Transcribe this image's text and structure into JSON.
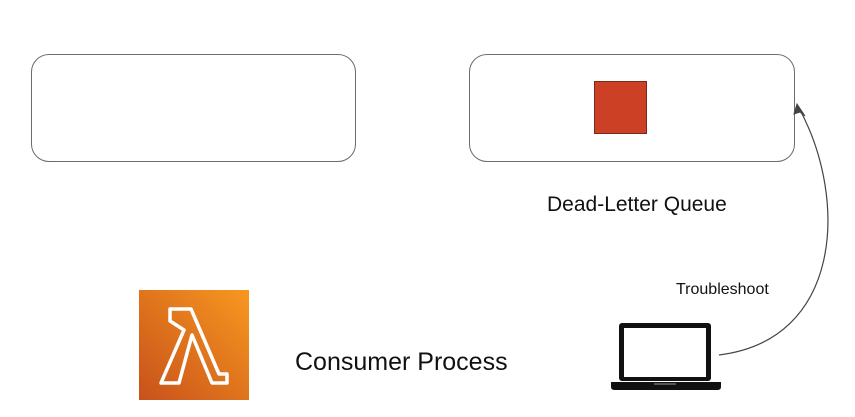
{
  "diagram": {
    "dead_letter_queue_label": "Dead-Letter Queue",
    "troubleshoot_label": "Troubleshoot",
    "consumer_process_label": "Consumer Process"
  },
  "colors": {
    "message_square": "#cc4125",
    "lambda_gradient_start": "#c8511b",
    "lambda_gradient_end": "#f7981f",
    "outline": "#6b6b6b"
  },
  "icons": {
    "lambda": "aws-lambda-icon",
    "laptop": "laptop-icon",
    "message": "message-square-icon"
  }
}
